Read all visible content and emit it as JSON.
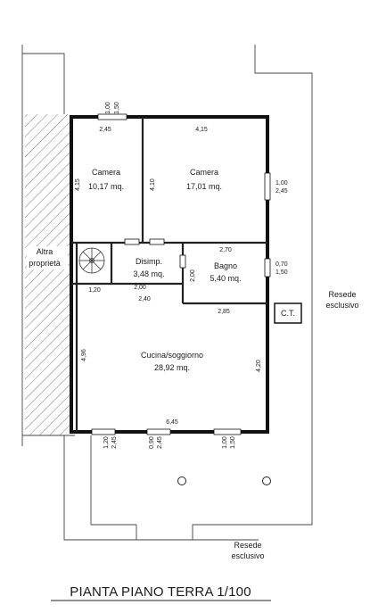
{
  "plan_title": "PIANTA PIANO TERRA 1/100",
  "rooms": [
    {
      "name": "Camera",
      "area": "10,17 mq."
    },
    {
      "name": "Camera",
      "area": "17,01 mq."
    },
    {
      "name": "Disimp.",
      "area": "3,48 mq."
    },
    {
      "name": "Bagno",
      "area": "5,40 mq."
    },
    {
      "name": "Cucina/soggiorno",
      "area": "28,92 mq."
    }
  ],
  "labels": {
    "altra_line1": "Altra",
    "altra_line2": "proprietà",
    "ct": "C.T.",
    "resede_right_line1": "Resede",
    "resede_right_line2": "esclusivo",
    "resede_bottom_line1": "Resede",
    "resede_bottom_line2": "esclusivo"
  },
  "dimensions": {
    "d_245_top": "2,45",
    "d_415_top": "4,15",
    "d_415_left": "4,15",
    "d_410": "4,10",
    "d_100_top": "1,00",
    "d_150_top": "1,50",
    "d_100_right": "1,00",
    "d_245_right": "2,45",
    "d_270": "2,70",
    "d_070": "0,70",
    "d_150_right": "1,50",
    "d_120_mid": "1,20",
    "d_200_a": "2,00",
    "d_200_b": "2,00",
    "d_240": "2,40",
    "d_285": "2,85",
    "d_496": "4,96",
    "d_420": "4,20",
    "d_645": "6,45",
    "d_120_bot": "1,20",
    "d_245_bot": "2,45",
    "d_090_bot": "0,90",
    "d_245_bot2": "2,45",
    "d_100_bot": "1,00",
    "d_150_bot": "1,50"
  }
}
